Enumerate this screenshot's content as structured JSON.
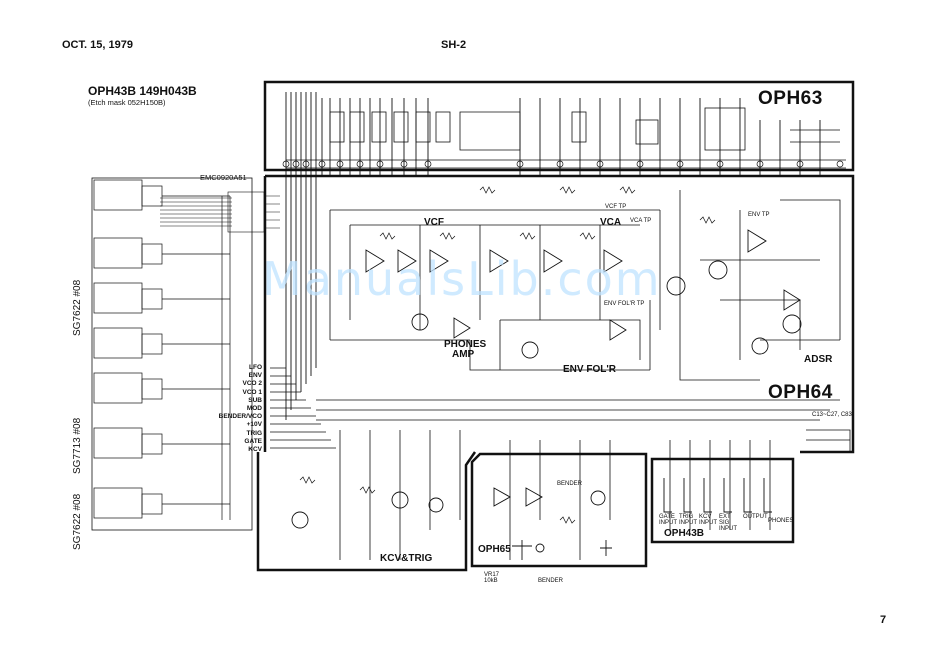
{
  "header": {
    "date": "OCT. 15, 1979",
    "model": "SH-2",
    "page": "7"
  },
  "title": {
    "line1": "OPH43B 149H043B",
    "line2": "(Etch mask 052H150B)"
  },
  "cable_label": "EMC0920A51",
  "side_labels": {
    "sg_top": "SG7622 #08",
    "sg_mid": "SG7713 #08",
    "sg_bot": "SG7622 #08"
  },
  "boards": {
    "oph63": "OPH63",
    "oph64": "OPH64",
    "oph65": "OPH65",
    "oph43b": "OPH43B"
  },
  "sections": {
    "vcf": "VCF",
    "vca": "VCA",
    "phones_amp_1": "PHONES",
    "phones_amp_2": "AMP",
    "env_folr": "ENV FOL'R",
    "adsr": "ADSR",
    "kcv_trig": "KCV&TRIG",
    "bender": "BENDER",
    "vcf_tp": "VCF TP",
    "vca_tp": "VCA TP",
    "env_folr_tp": "ENV FOL'R TP",
    "env_tp": "ENV TP",
    "phones": "PHONES",
    "vr_label": "VR17\n10kB"
  },
  "connector_pins": [
    "LFO",
    "ENV",
    "VCO 2",
    "VCO 1",
    "SUB",
    "MOD",
    "BENDER/VCO",
    "+10V",
    "TRIG",
    "GATE",
    "KCV"
  ],
  "watermark": "ManualsLib.com",
  "cap_note": "C13~C27, C83",
  "oph43b_jacks": [
    "GATE INPUT",
    "TRIG INPUT",
    "KCV INPUT",
    "EXT SIG INPUT",
    "OUTPUT",
    "PHONES"
  ]
}
